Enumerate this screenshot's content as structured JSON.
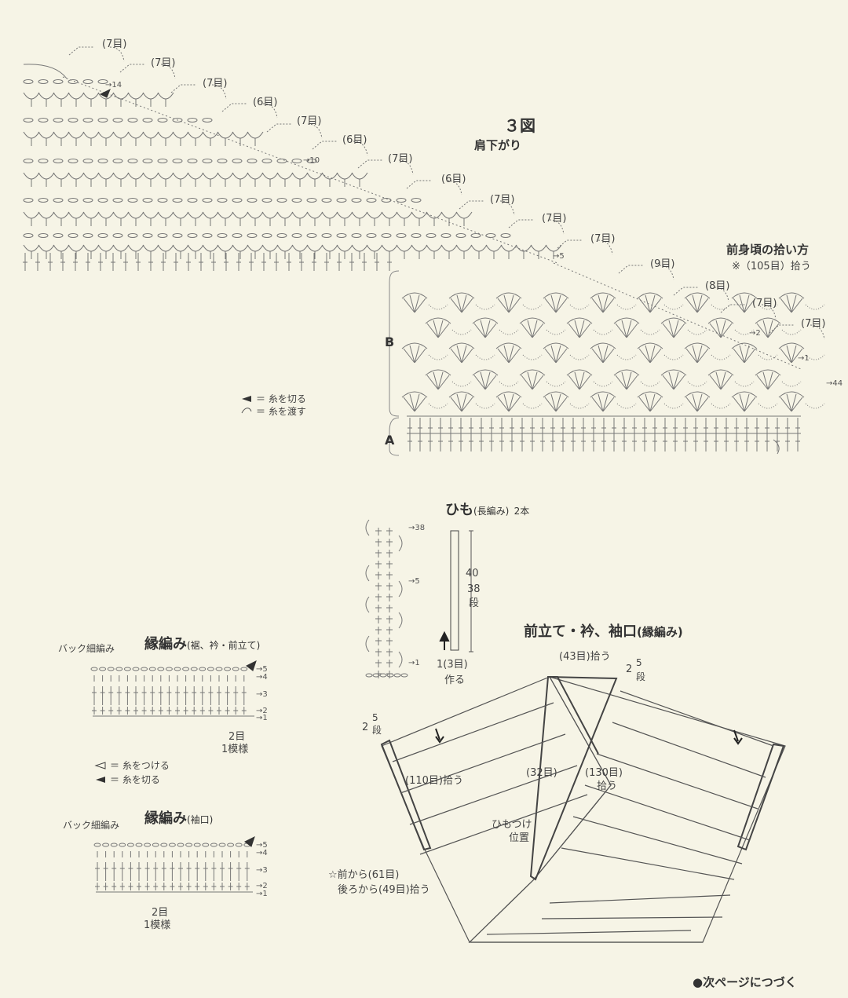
{
  "fig3": {
    "title": "３図",
    "subtitle": "肩下がり",
    "pickup_title": "前身頃の拾い方",
    "pickup_note": "※（105目）拾う",
    "section_a": "A",
    "section_b": "B",
    "shoulder_counts": [
      "(7目)",
      "(7目)",
      "(7目)",
      "(6目)",
      "(7目)",
      "(6目)",
      "(7目)",
      "(6目)",
      "(7目)",
      "(7目)",
      "(7目)",
      "(9目)",
      "(8目)",
      "(7目)",
      "(7目)"
    ],
    "row_marks": [
      "14",
      "10",
      "5",
      "2",
      "1",
      "44"
    ],
    "legend": [
      "＝ 糸を切る",
      "＝ 糸を渡す"
    ]
  },
  "himo": {
    "title": "ひも",
    "title_sub": "(長編み)",
    "count": "2本",
    "row_marks": [
      "38",
      "5",
      "1"
    ],
    "length_cm": "40",
    "rows": "38",
    "rows_unit": "段",
    "start_count": "1(3目)",
    "start_label": "作る"
  },
  "edge1": {
    "title": "縁編み",
    "title_sub": "(裾、衿・前立て)",
    "note": "バック細編み",
    "row_marks": [
      "5",
      "4",
      "3",
      "2",
      "1"
    ],
    "repeat": "2目",
    "repeat_label": "1模様"
  },
  "legend2": [
    "＝ 糸をつける",
    "＝ 糸を切る"
  ],
  "edge2": {
    "title": "縁編み",
    "title_sub": "(袖口)",
    "note": "バック細編み",
    "row_marks": [
      "5",
      "4",
      "3",
      "2",
      "1"
    ],
    "repeat": "2目",
    "repeat_label": "1模様"
  },
  "garment": {
    "title": "前立て・衿、袖口",
    "title_sub": "(縁編み)",
    "top_count": "(43目)拾う",
    "rows_right_num": "2",
    "rows_right_val": "5",
    "rows_right_unit": "段",
    "rows_left_num": "2",
    "rows_left_val": "5",
    "rows_left_unit": "段",
    "sleeve_count": "(110目)拾う",
    "neck_count": "(32目)",
    "front_count": "(130目)",
    "front_pick": "拾う",
    "tie_label": "ひもつけ",
    "tie_label2": "位置",
    "hem_note": "☆前から(61目)",
    "hem_note2": "後ろから(49目)拾う"
  },
  "footer": "●次ページにつづく"
}
